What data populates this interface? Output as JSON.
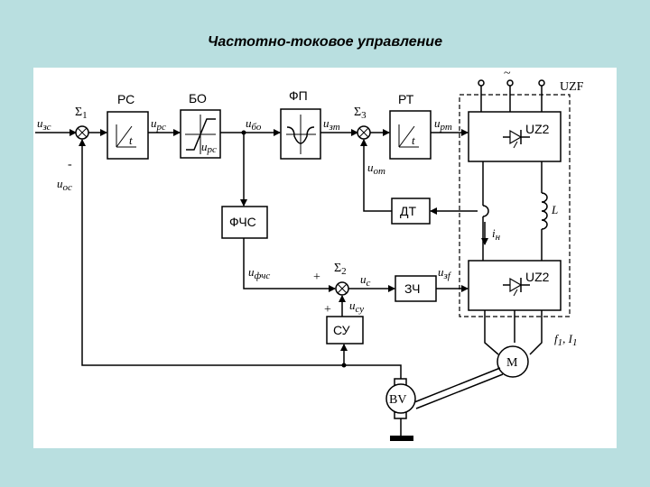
{
  "title": "Частотно-токовое управление",
  "blocks": {
    "pc": "РС",
    "bo": "БО",
    "fp": "ФП",
    "pt": "РТ",
    "fchs": "ФЧС",
    "dt": "ДТ",
    "zch": "ЗЧ",
    "su": "СУ",
    "uz2_top": "UZ2",
    "uz2_bottom": "UZ2",
    "uzf": "UZF",
    "motor": "M",
    "tacho": "BV"
  },
  "signals": {
    "u3c": "u",
    "u3c_sub": "зс",
    "uoc": "u",
    "uoc_sub": "ос",
    "minus": "-",
    "sigma1": "Σ",
    "sigma1_sub": "1",
    "sigma2": "Σ",
    "sigma2_sub": "2",
    "sigma3": "Σ",
    "sigma3_sub": "3",
    "upc": "u",
    "upc_sub": "рс",
    "upc2": "u",
    "upc2_sub": "рс",
    "ubo": "u",
    "ubo_sub": "бо",
    "uzt": "u",
    "uzt_sub": "зт",
    "upt": "u",
    "upt_sub": "рт",
    "uot": "u",
    "uot_sub": "от",
    "ufchs": "u",
    "ufchs_sub": "фчс",
    "uc": "u",
    "uc_sub": "с",
    "usu": "u",
    "usu_sub": "су",
    "uzf": "u",
    "uzf_sub": "зf",
    "plus1": "+",
    "plus2": "+",
    "in": "i",
    "in_sub": "н",
    "L": "L",
    "f1": "f",
    "f1_sub": "1",
    "I1": "I",
    "I1_sub": "1",
    "t1": "t",
    "t2": "t",
    "ac": "~"
  },
  "colors": {
    "background": "#b9dfe0",
    "canvas": "#ffffff",
    "stroke": "#000000"
  }
}
